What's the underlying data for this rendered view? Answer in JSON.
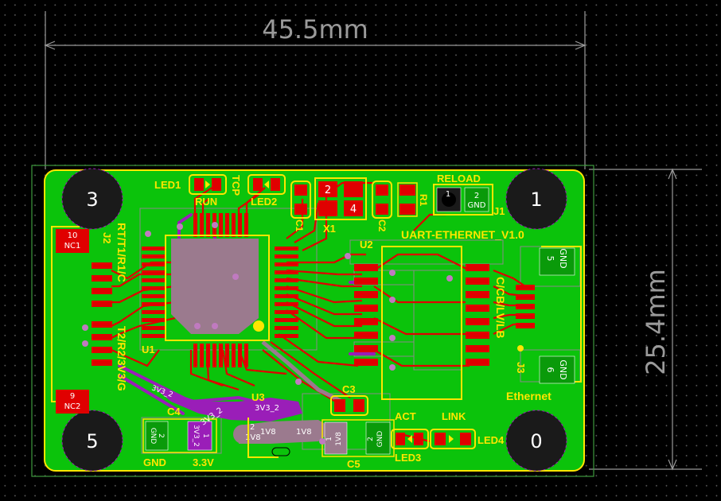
{
  "dimensions": {
    "width": "45.5mm",
    "height": "25.4mm"
  },
  "board": {
    "name": "UART-ETHERNET_V1.0"
  },
  "holes": [
    "3",
    "1",
    "5",
    "0"
  ],
  "components": {
    "led1": "LED1",
    "run": "RUN",
    "tcp": "TCP",
    "led2": "LED2",
    "c1": "C1",
    "x1": "X1",
    "x1_pin2": "2",
    "x1_pin4": "4",
    "c2": "C2",
    "r1": "R1",
    "reload": "RELOAD",
    "j1": "J1",
    "j1_pin1": "1",
    "j1_pin2": "2",
    "j1_gnd": "GND",
    "u2": "U2",
    "u1": "U1",
    "u3": "U3",
    "c3": "C3",
    "c4": "C4",
    "c5": "C5",
    "j2": "J2",
    "j3": "J3",
    "j2_top_num": "10",
    "j2_top_nc": "NC1",
    "j2_bot_num": "9",
    "j2_bot_nc": "NC2",
    "j2_pins_upper": "RT/T1/R1/C",
    "j2_pins_lower": "T2/R2/3V3/G",
    "j3_pins": "C/CB/LV/LB",
    "j3_gnd_top": "GND",
    "j3_gnd_top_num": "5",
    "j3_gnd_bot": "GND",
    "j3_gnd_bot_num": "6",
    "ethernet": "Ethernet",
    "act": "ACT",
    "link": "LINK",
    "led3": "LED3",
    "led4": "LED4",
    "gnd": "GND",
    "v33": "3.3V",
    "c4_pad2": "2",
    "c4_gnd": "GND",
    "c4_pad1": "1",
    "c4_3v3": "3V3_2",
    "net_3v3_2": "3V3_2",
    "net_1v8": "1V8",
    "u3_pin2": "2",
    "c5_pad1": "1",
    "c5_1v8": "1V8",
    "c5_pad2": "2",
    "c5_gnd": "GND"
  },
  "colors": {
    "background": "#000000",
    "copper_top": "#e00000",
    "copper_pour": "#0bc30b",
    "silkscreen": "#ffe600",
    "via": "#c07ac0",
    "dimension": "#9a9a9a"
  }
}
